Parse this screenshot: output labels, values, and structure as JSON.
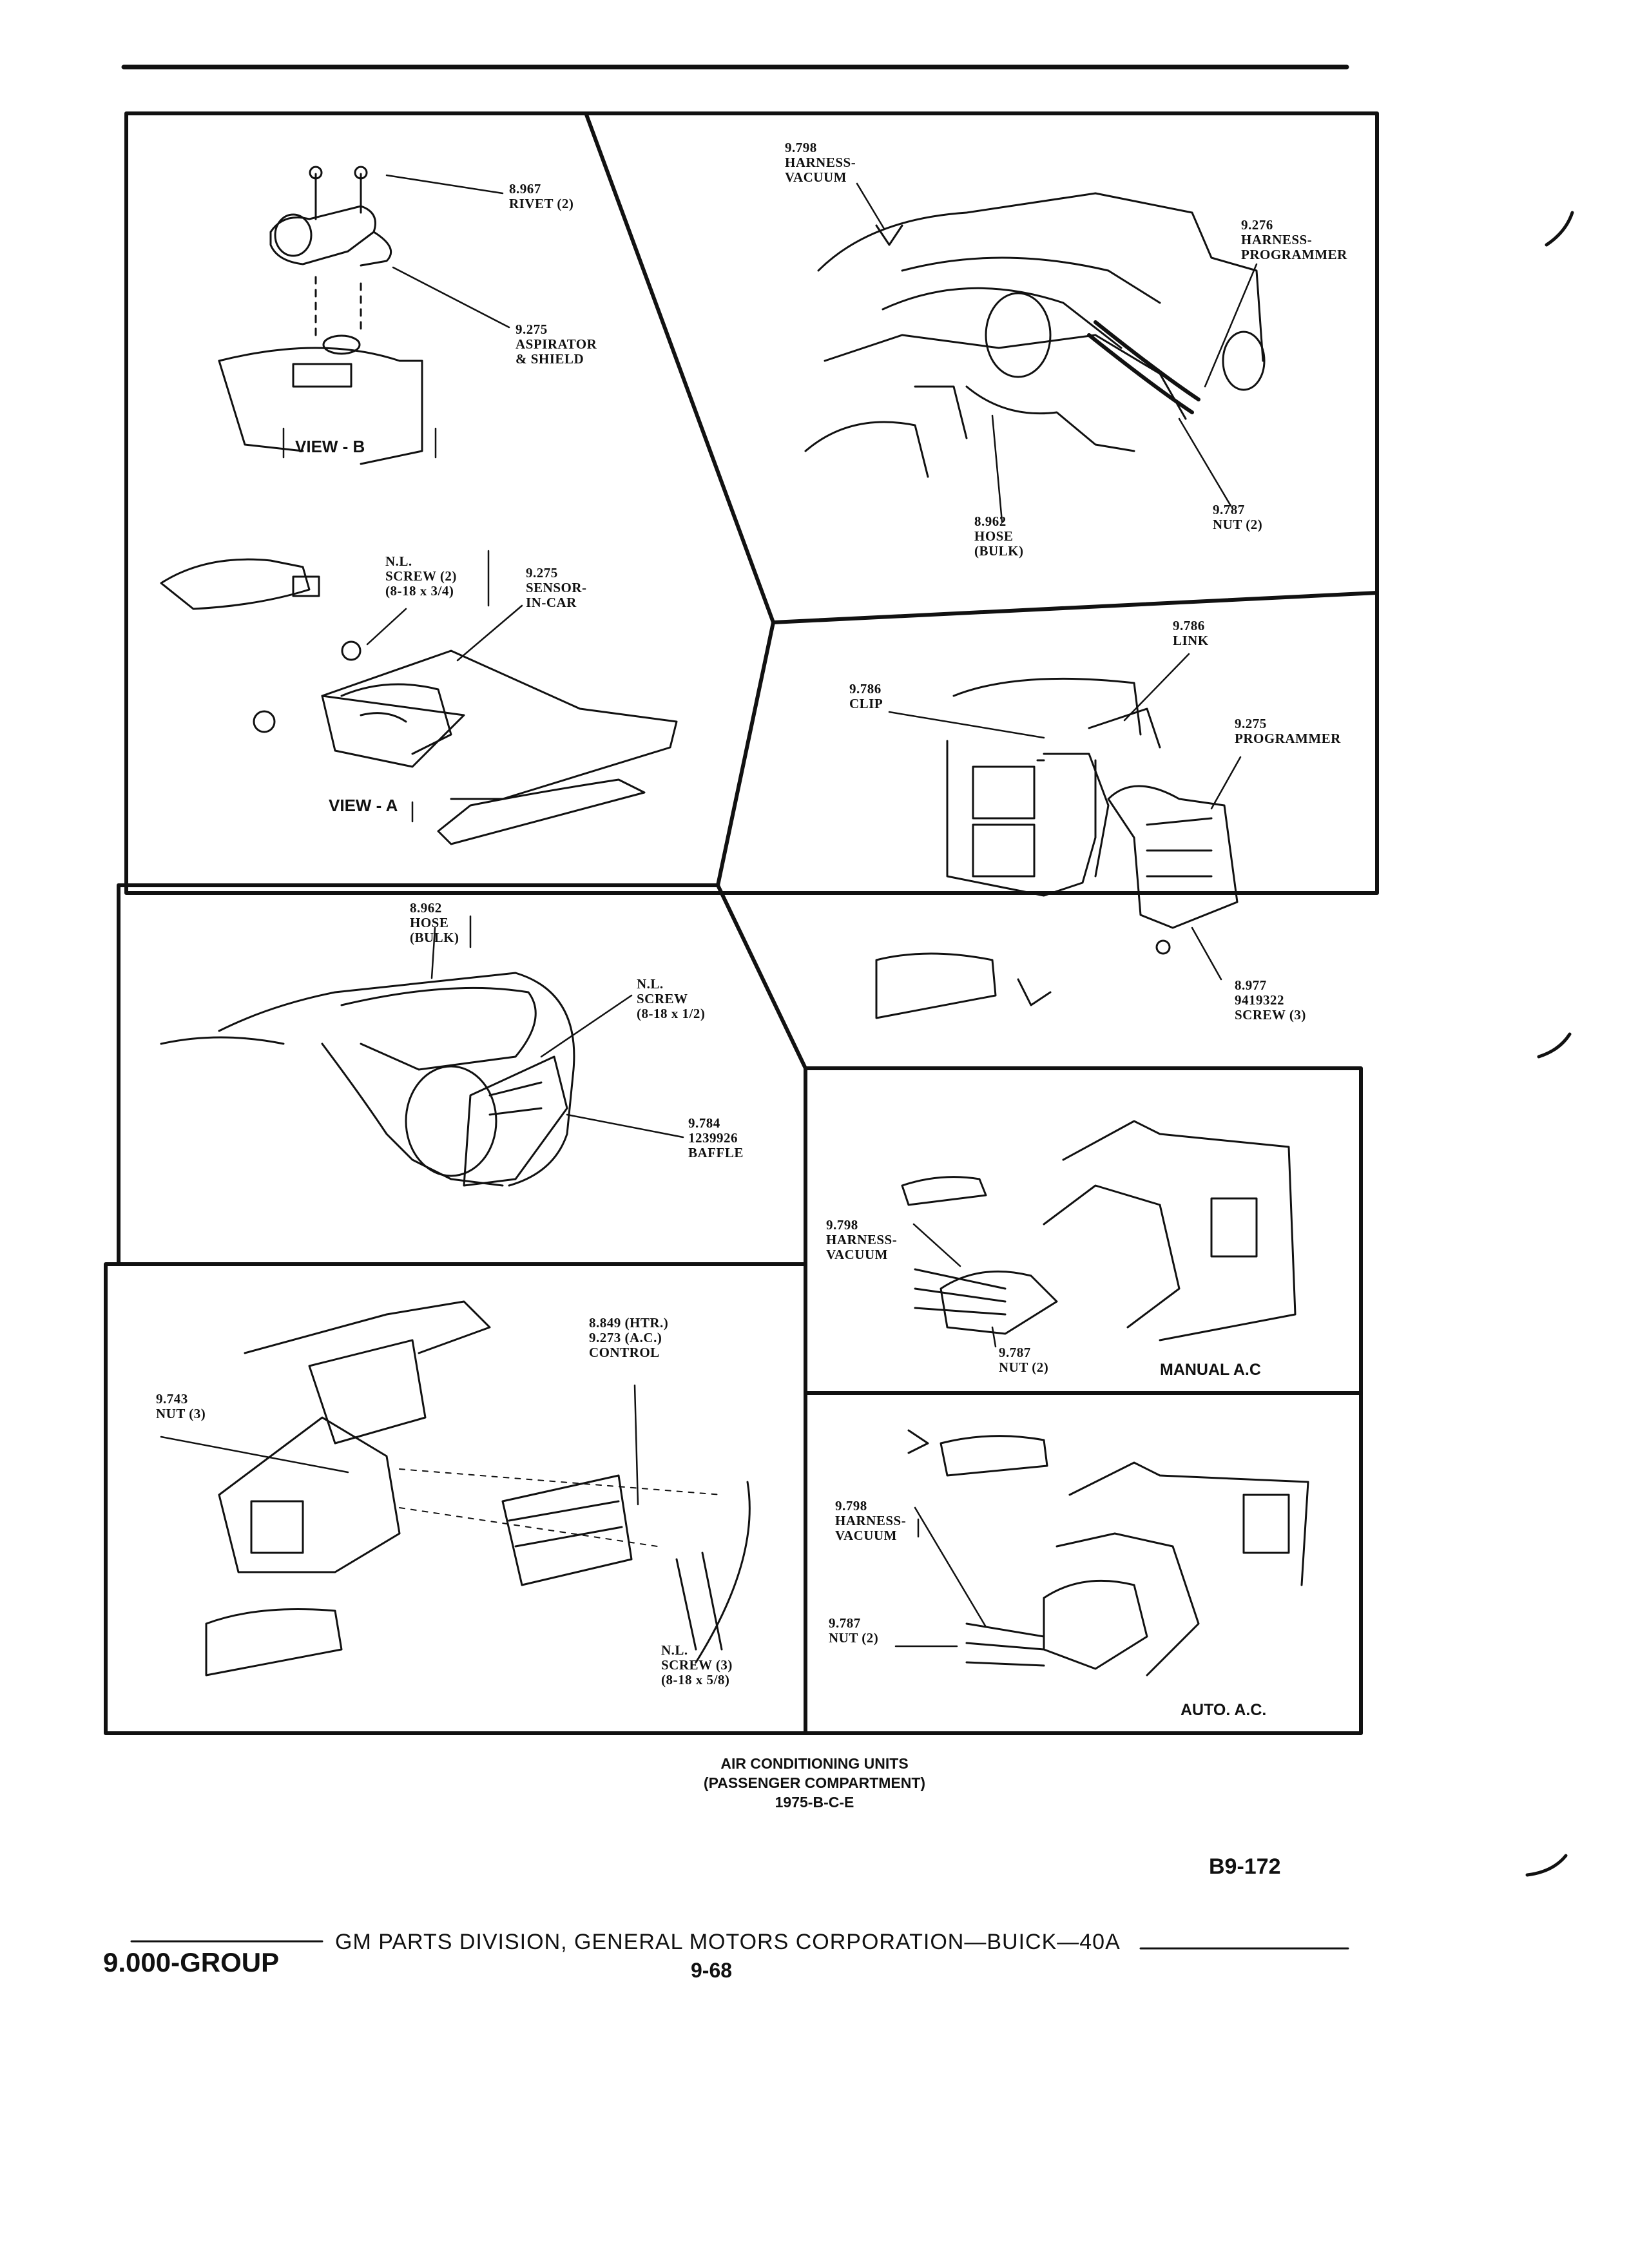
{
  "panels": {
    "view_b": {
      "view_label": "VIEW - B",
      "callouts": [
        {
          "text": "8.967\nRIVET (2)"
        },
        {
          "text": "9.275\nASPIRATOR\n& SHIELD"
        }
      ]
    },
    "upper_right": {
      "callouts": [
        {
          "text": "9.798\nHARNESS-\nVACUUM"
        },
        {
          "text": "9.276\nHARNESS-\nPROGRAMMER"
        },
        {
          "text": "8.962\nHOSE\n(BULK)"
        },
        {
          "text": "9.787\nNUT (2)"
        }
      ]
    },
    "view_a": {
      "view_label": "VIEW - A",
      "callouts": [
        {
          "text": "N.L.\nSCREW (2)\n(8-18 x 3/4)"
        },
        {
          "text": "9.275\nSENSOR-\nIN-CAR"
        }
      ]
    },
    "programmer": {
      "callouts": [
        {
          "text": "9.786\nLINK"
        },
        {
          "text": "9.786\nCLIP"
        },
        {
          "text": "9.275\nPROGRAMMER"
        },
        {
          "text": "8.977\n9419322\nSCREW (3)"
        }
      ]
    },
    "baffle": {
      "callouts": [
        {
          "text": "8.962\nHOSE\n(BULK)"
        },
        {
          "text": "N.L.\nSCREW\n(8-18 x 1/2)"
        },
        {
          "text": "9.784\n1239926\nBAFFLE"
        }
      ]
    },
    "manual_ac": {
      "section_label": "MANUAL A.C",
      "callouts": [
        {
          "text": "9.798\nHARNESS-\nVACUUM"
        },
        {
          "text": "9.787\nNUT (2)"
        }
      ]
    },
    "control": {
      "callouts": [
        {
          "text": "8.849 (HTR.)\n9.273 (A.C.)\nCONTROL"
        },
        {
          "text": "9.743\nNUT (3)"
        },
        {
          "text": "N.L.\nSCREW (3)\n(8-18 x 5/8)"
        }
      ]
    },
    "auto_ac": {
      "section_label": "AUTO. A.C.",
      "callouts": [
        {
          "text": "9.798\nHARNESS-\nVACUUM"
        },
        {
          "text": "9.787\nNUT (2)"
        }
      ]
    }
  },
  "caption": {
    "line1": "AIR CONDITIONING UNITS",
    "line2": "(PASSENGER COMPARTMENT)",
    "line3": "1975-B-C-E"
  },
  "figure_ref": "B9-172",
  "footer": {
    "group": "9.000-GROUP",
    "publisher": "GM PARTS DIVISION, GENERAL MOTORS CORPORATION—BUICK—40A",
    "page": "9-68"
  }
}
